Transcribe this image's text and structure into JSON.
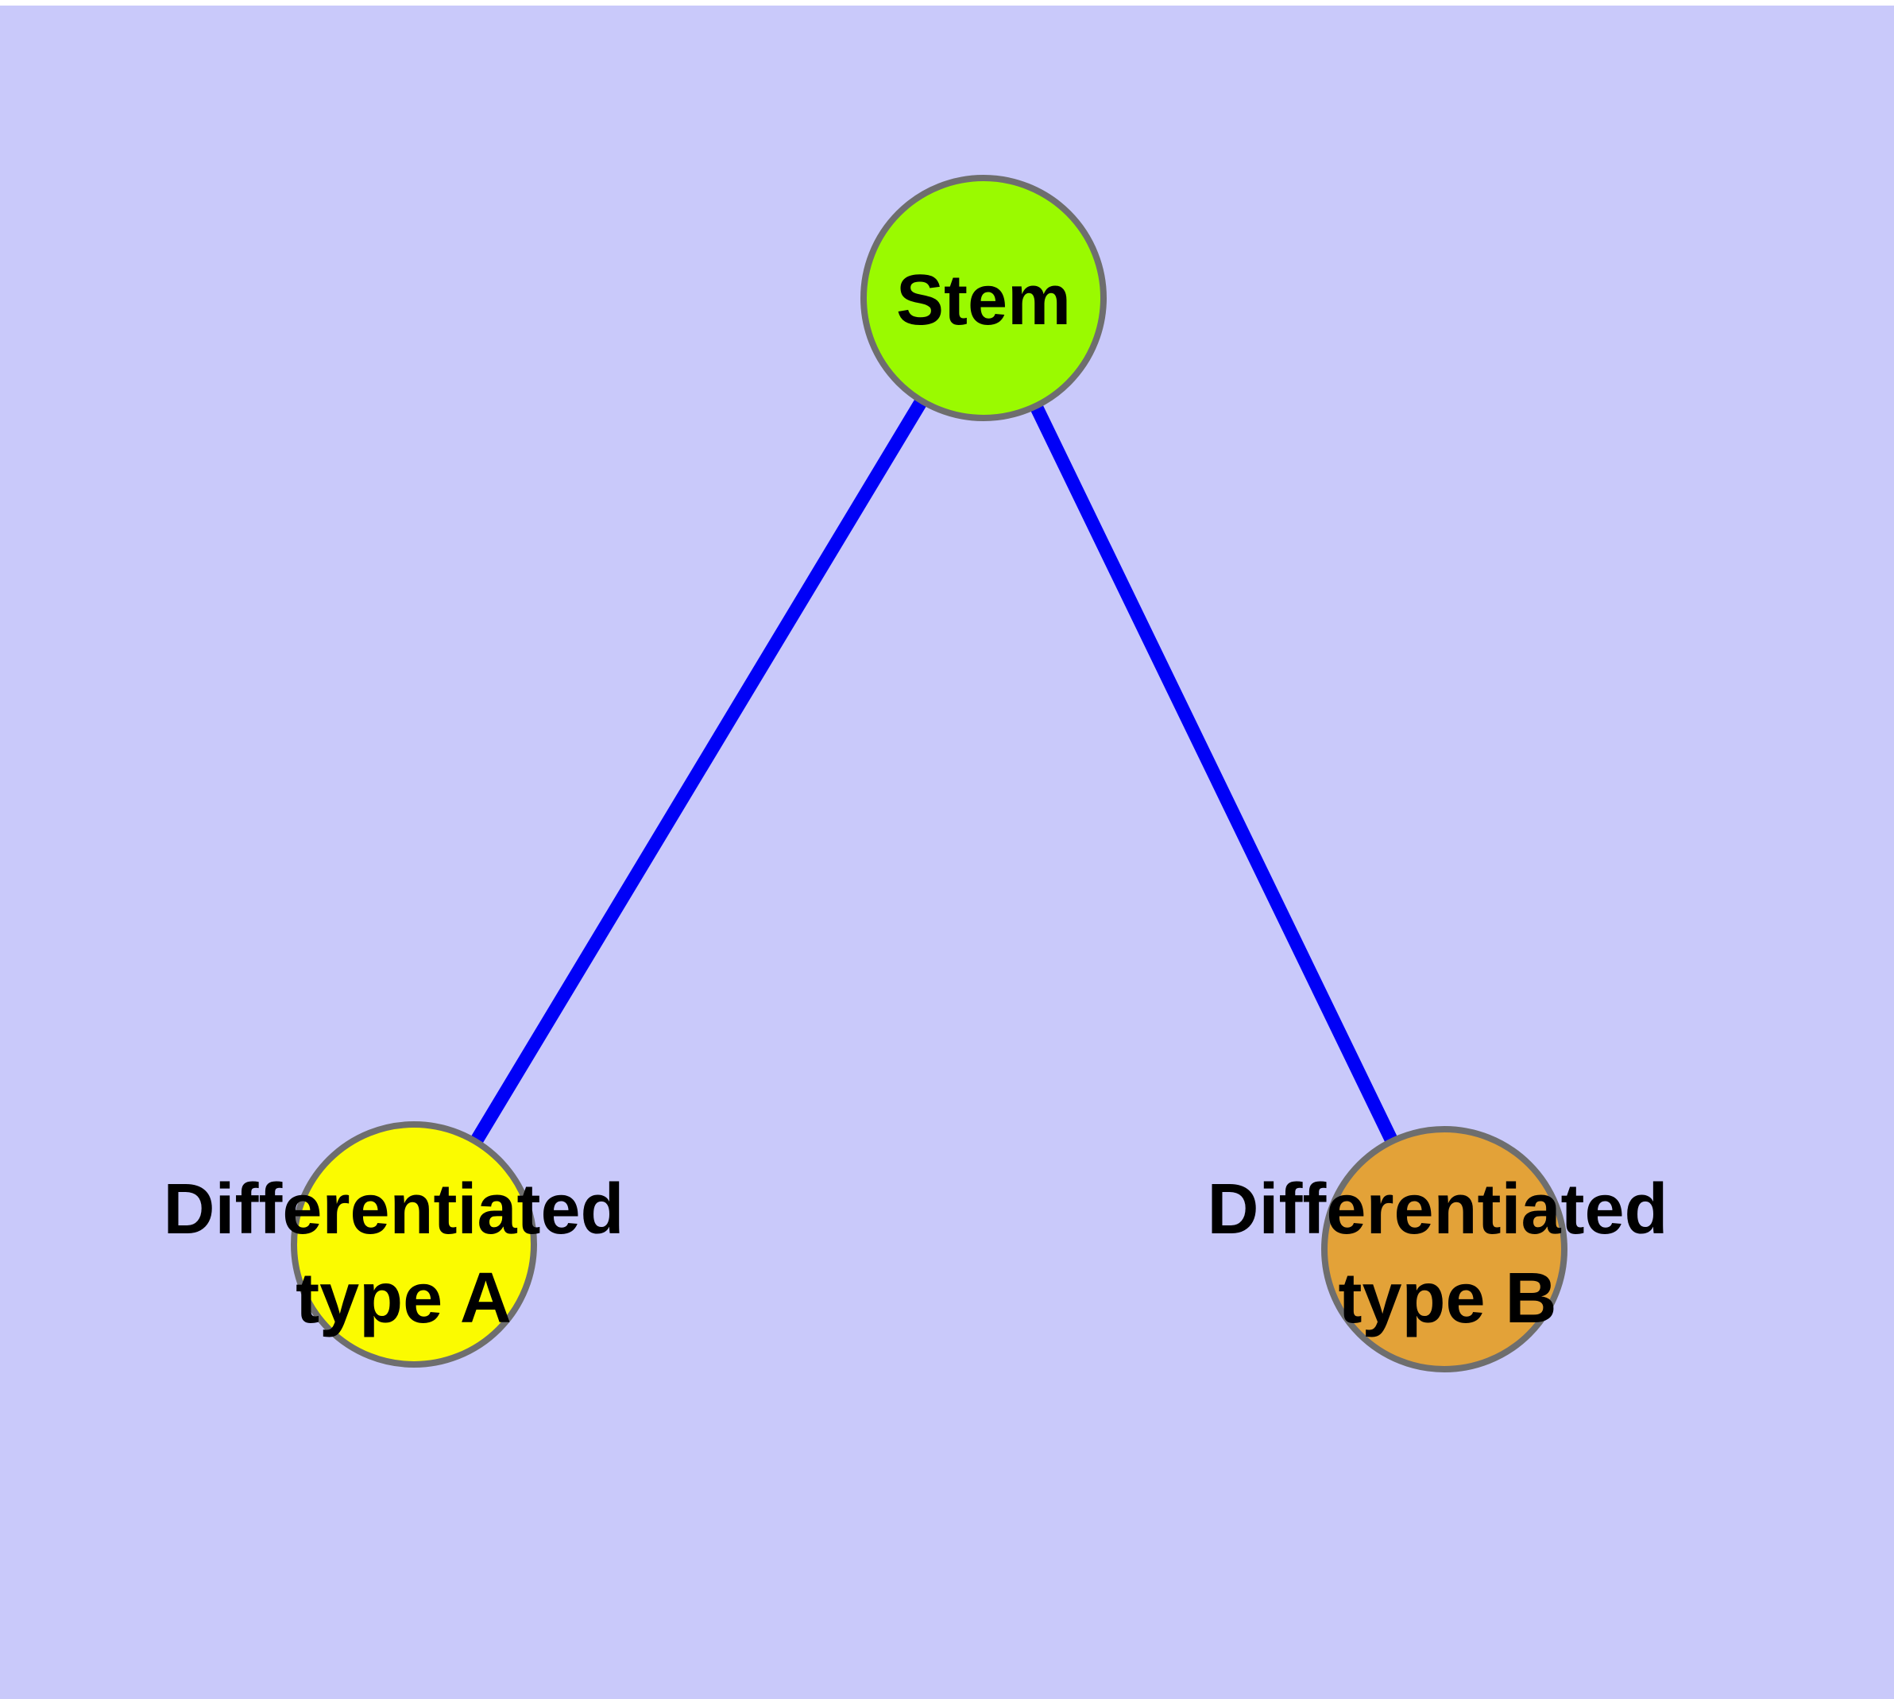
{
  "diagram": {
    "type": "node-link-graph",
    "colors": {
      "background": "#C9C9FA",
      "top_strip": "#FFFFFF",
      "edge": "#0000F7",
      "node_border": "#6E6E6E",
      "label_text": "#000000"
    },
    "nodes": {
      "stem": {
        "label": "Stem",
        "shape": "circle",
        "color": "#9AFA00"
      },
      "type_a": {
        "label_line1": "Differentiated",
        "label_line2": "type A",
        "shape": "circle",
        "color": "#FBFB00"
      },
      "type_b": {
        "label_line1": "Differentiated",
        "label_line2": "type B",
        "shape": "circle",
        "color": "#E3A238"
      }
    },
    "edges": [
      {
        "from": "Stem",
        "to": "Differentiated type A"
      },
      {
        "from": "Stem",
        "to": "Differentiated type B"
      }
    ]
  }
}
